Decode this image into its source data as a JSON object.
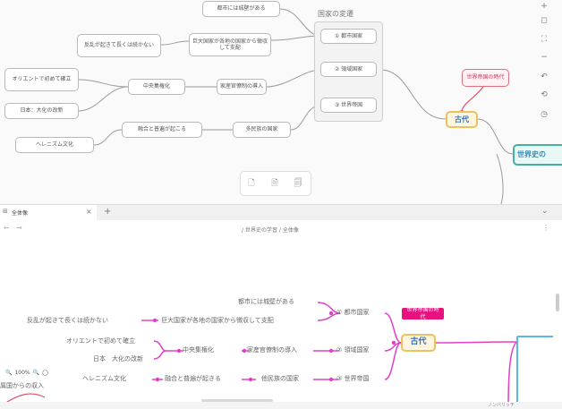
{
  "top": {
    "group_title": "国家の変遷",
    "col1": [
      {
        "label": "① 都市国家"
      },
      {
        "label": "② 領域国家"
      },
      {
        "label": "③ 世界帝国"
      }
    ],
    "nodes": {
      "toshi_heki": "都市には城壁がある",
      "kyodai": "巨大国家が各地の国家から徴収して支配",
      "hanran": "反乱が起きて長くは続かない",
      "chuo": "中央集権化",
      "kanryo": "家産官僚制の導入",
      "orient": "オリエントで初めて確立",
      "nihon": "日本：大化の改新",
      "yugo": "融合と普遍が起こる",
      "taminzoku": "多民族の国家",
      "hellen": "ヘレニズム文化",
      "sekai_teikoku_jidai": "世界帝国の時代",
      "kodai": "古代",
      "sekaishi": "世界史の"
    },
    "toolbar_icons": [
      "file-icon",
      "file-text-icon",
      "file-export-icon"
    ]
  },
  "tab": {
    "title": "全体像",
    "add": "+",
    "breadcrumb_root": "世界史の学習",
    "breadcrumb_sep": "/",
    "breadcrumb_current": "全体像"
  },
  "bottom": {
    "nodes": {
      "toshi_heki": "都市には城壁がある",
      "hanran": "反乱が起きて長くは続かない",
      "kyodai": "巨大国家が各地の国家から徴収して支配",
      "toshi": "① 都市国家",
      "orient": "オリエントで初めて確立",
      "chuo": "中央集権化",
      "kanryo": "家産官僚制の導入",
      "ryoiki": "② 領域国家",
      "nihon": "日本　大化の改新",
      "hellen": "ヘレニズム文化",
      "yugo": "融合と普遍が起きる",
      "taminzoku": "他民族の国家",
      "sekai": "③ 世界帝国",
      "kodai": "古代",
      "sekai_jidai": "世界帝国の時代",
      "partial": "属国からの収入"
    },
    "zoom": "100%",
    "status": "ノンバリッチ"
  },
  "colors": {
    "accent": "#e040c8",
    "kodai_border": "#f0c060",
    "teal": "#45b0a0",
    "blue": "#5bb8e0"
  }
}
